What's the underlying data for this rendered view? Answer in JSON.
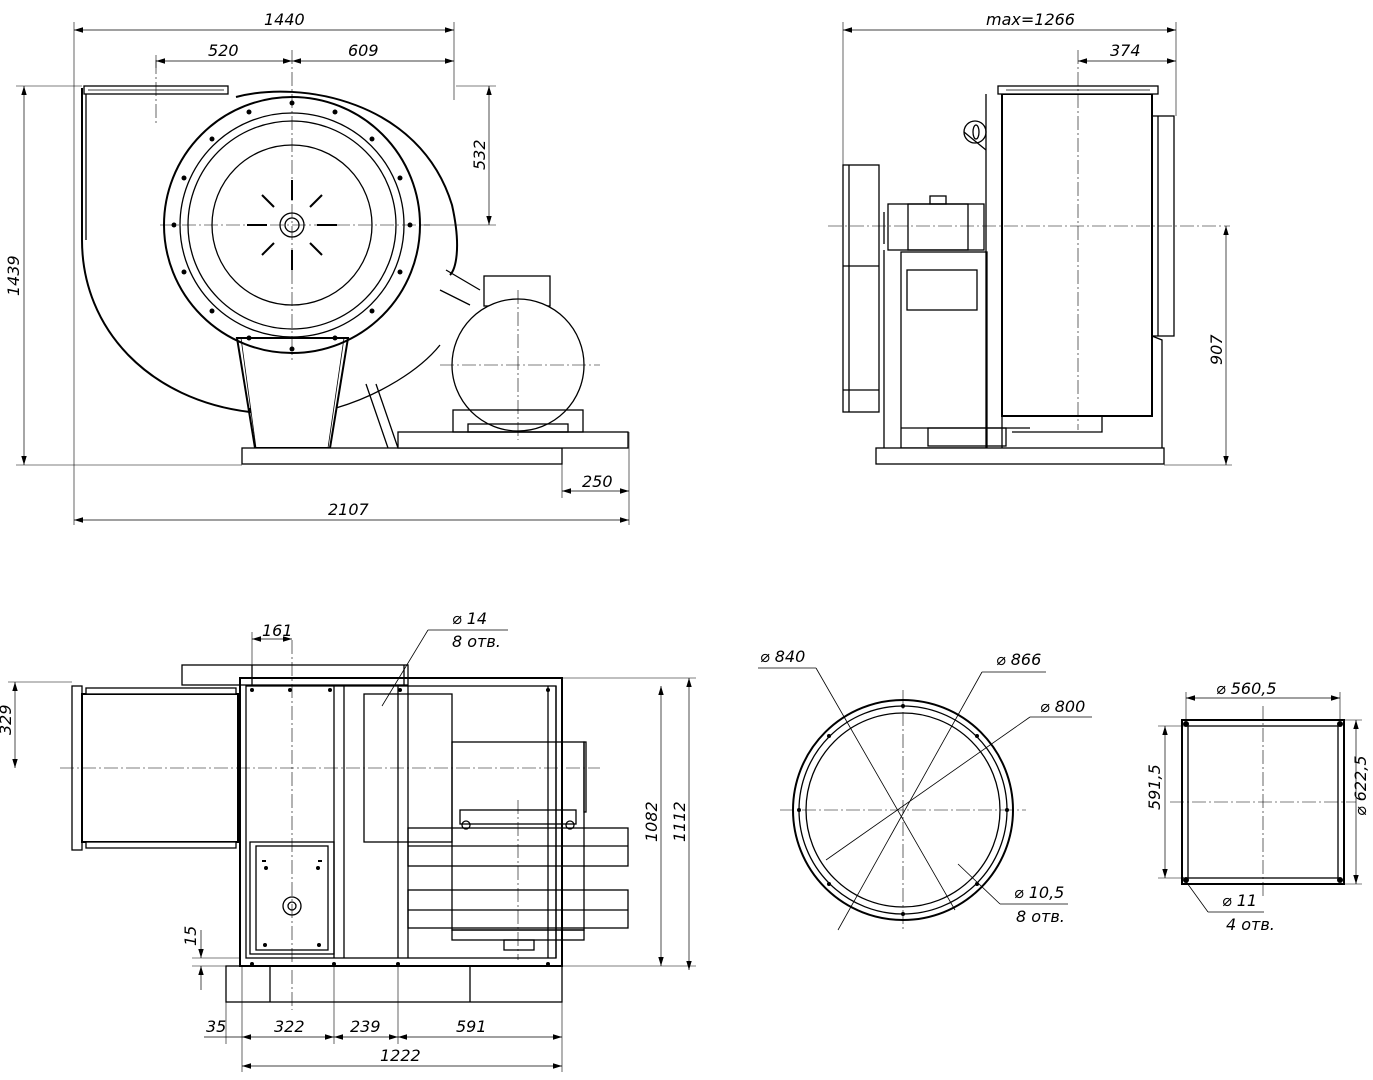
{
  "dimensions": {
    "side_view": {
      "overall_width": "1440",
      "left_offset": "520",
      "right_offset": "609",
      "height": "1439",
      "outlet_to_axis": "532",
      "motor_overhang": "250",
      "total_length": "2107"
    },
    "front_view": {
      "max_width": "max=1266",
      "outlet_offset": "374",
      "axis_height": "907"
    },
    "top_view": {
      "inlet_offset": "161",
      "hole_callout": "⌀ 14",
      "hole_count": "8 отв.",
      "axis_offset": "329",
      "frame_inner_width": "1082",
      "frame_outer_width": "1112",
      "bottom_offset": "15",
      "seg_35": "35",
      "seg_322": "322",
      "seg_239": "239",
      "seg_591": "591",
      "base_length": "1222"
    },
    "inlet_flange": {
      "outer_diameter": "⌀ 840",
      "bolt_circle": "⌀ 866",
      "inner_diameter": "⌀ 800",
      "hole_callout": "⌀ 10,5",
      "hole_count": "8 отв."
    },
    "outlet_flange": {
      "width": "⌀ 560,5",
      "height_inner": "591,5",
      "height_outer": "⌀ 622,5",
      "hole_callout": "⌀ 11",
      "hole_count": "4 отв."
    }
  }
}
